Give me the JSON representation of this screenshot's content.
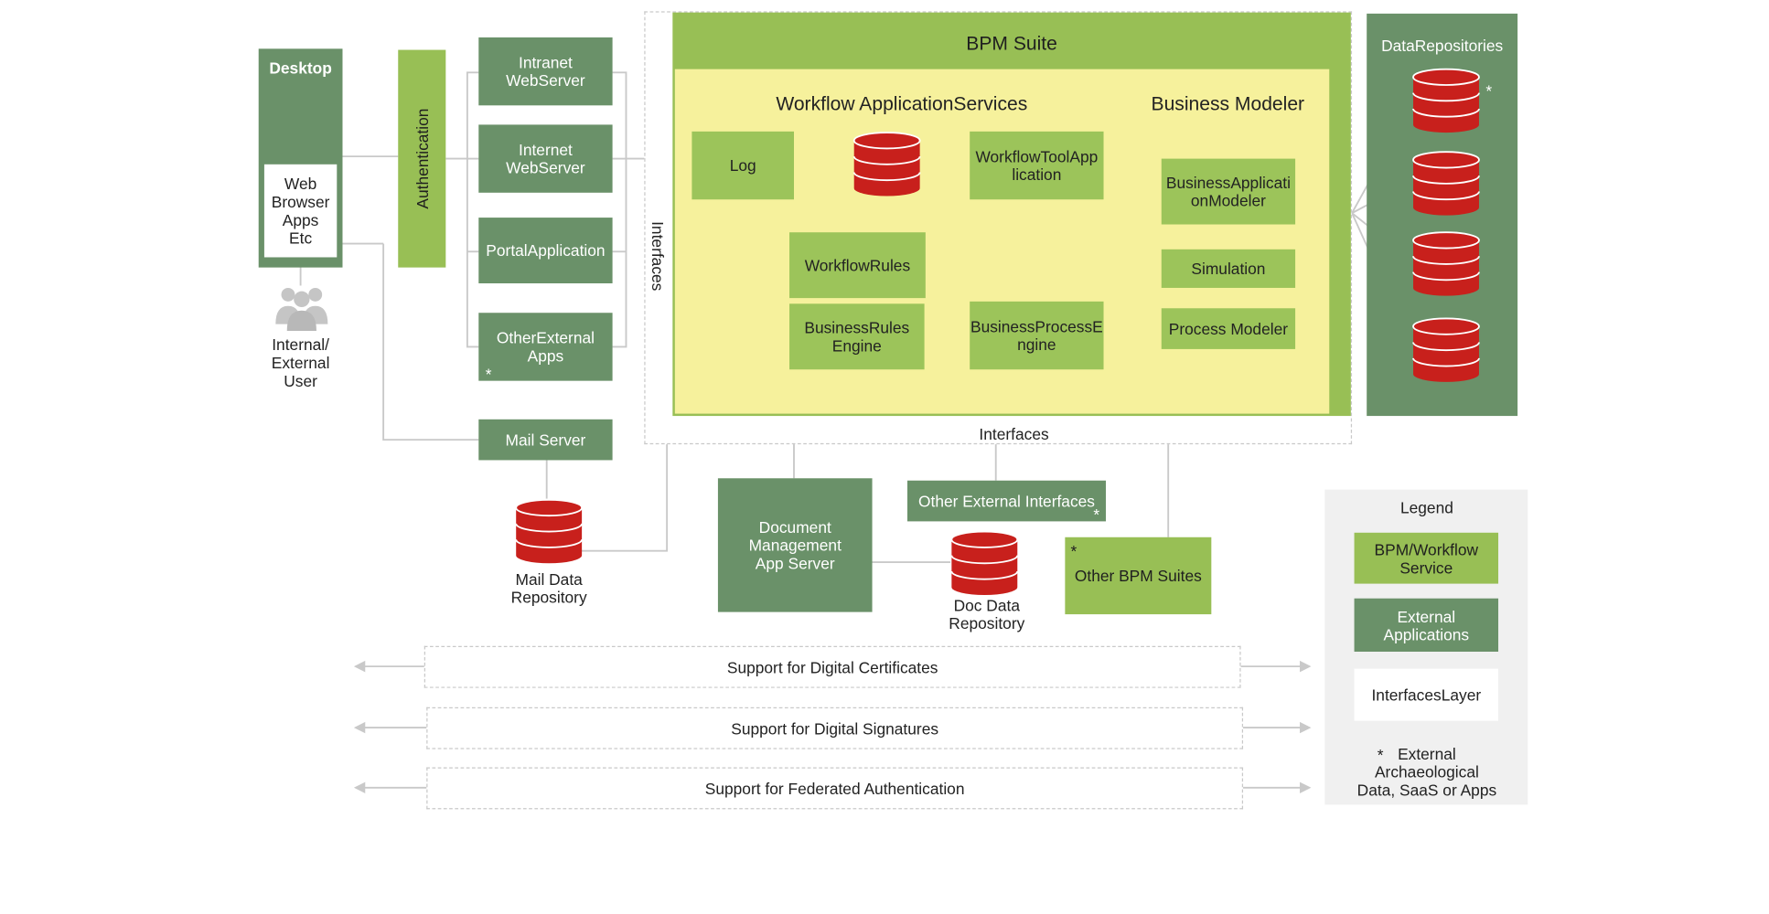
{
  "desktop": {
    "title": "Desktop",
    "inner": "Web\nBrowser\nApps\nEtc",
    "user_label": "Internal/\nExternal\nUser"
  },
  "authentication": "Authentication",
  "web": {
    "intranet": "Intranet\nWebServer",
    "internet": "Internet\nWebServer",
    "portal": "PortalApplication",
    "other_ext": "OtherExternal\nApps",
    "mail": "Mail Server"
  },
  "interfaces": {
    "vertical": "Interfaces",
    "horizontal": "Interfaces"
  },
  "bpm": {
    "title": "BPM Suite",
    "workflow_title": "Workflow ApplicationServices",
    "modeler_title": "Business Modeler",
    "log": "Log",
    "tool_app": "WorkflowToolApp\nlication",
    "rules": "WorkflowRules",
    "rules_engine": "BusinessRules\nEngine",
    "process_engine": "BusinessProcessE\nngine",
    "app_modeler": "BusinessApplicati\nonModeler",
    "simulation": "Simulation",
    "process_modeler": "Process Modeler"
  },
  "data_repositories": "DataRepositories",
  "lower": {
    "mail_repo": "Mail Data\nRepository",
    "doc_mgmt": "Document\nManagement\nApp Server",
    "other_interfaces": "Other External Interfaces",
    "doc_repo": "Doc Data\nRepository",
    "other_bpm": "Other BPM Suites"
  },
  "support": [
    "Support for Digital Certificates",
    "Support for Digital Signatures",
    "Support for Federated Authentication"
  ],
  "legend": {
    "title": "Legend",
    "bpm": "BPM/Workflow\nService",
    "ext": "External\nApplications",
    "iface": "InterfacesLayer",
    "note": "External\nArchaeological\nData, SaaS or Apps",
    "star": "*"
  },
  "star": "*",
  "colors": {
    "external": "#6a9169",
    "bpm": "#98bf55",
    "workflow_bg": "#f6f19c",
    "database": "#c8201c",
    "legend_bg": "#f0f0f0"
  }
}
